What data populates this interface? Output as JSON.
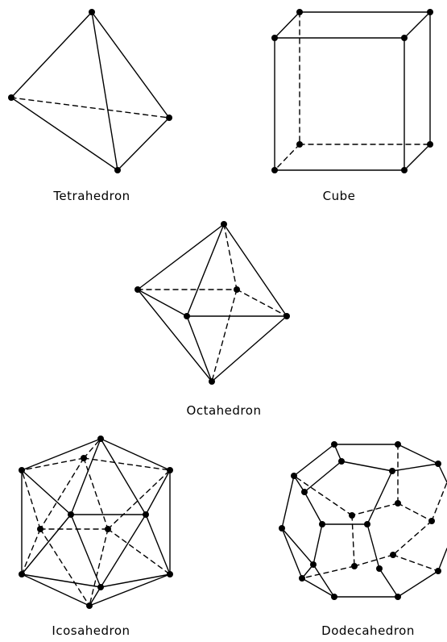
{
  "figure": {
    "labels": {
      "tetrahedron": "Tetrahedron",
      "cube": "Cube",
      "octahedron": "Octahedron",
      "icosahedron": "Icosahedron",
      "dodecahedron": "Dodecahedron"
    },
    "colors": {
      "line": "#000000",
      "vertex": "#000000",
      "background": "#ffffff"
    },
    "edge_styles": [
      "solid",
      "dashed"
    ]
  }
}
